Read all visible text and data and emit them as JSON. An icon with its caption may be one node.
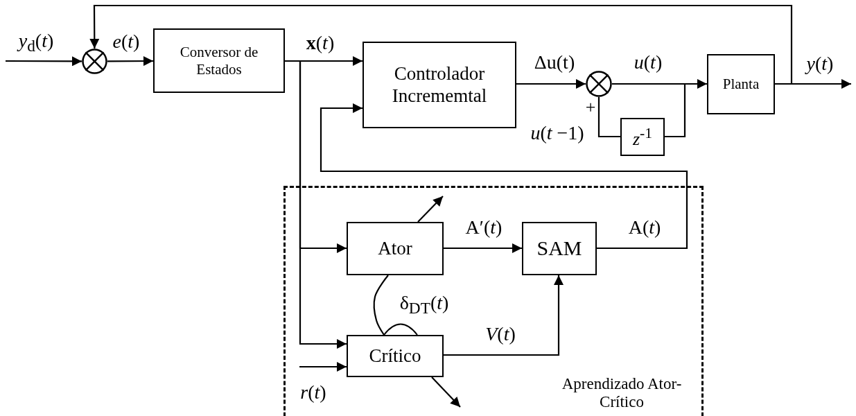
{
  "diagram": {
    "nodes": [
      {
        "text": [],
        "shape": "circle"
      },
      {
        "text": [
          "Conversor de Estados"
        ]
      },
      {
        "text": [
          "Controlador Incrememtal"
        ]
      },
      {
        "text": [],
        "shape": "circle"
      },
      {
        "text": [
          "*z*$^{-1}$"
        ]
      },
      {
        "text": [
          "Planta"
        ]
      },
      {
        "text": [
          "Aprendizado Ator-Crítico"
        ]
      },
      {
        "text": [
          "Ator"
        ],
        "in": 6
      },
      {
        "text": [
          "SAM"
        ],
        "in": 6
      },
      {
        "text": [
          "Crítico"
        ],
        "in": 6
      }
    ],
    "edges": [
      {
        "from": null,
        "to": 0,
        "arrow": "to",
        "label": "*y*$_{d}$(*t*)"
      },
      {
        "from": 0,
        "to": 1,
        "arrow": "to",
        "label": "*e*(*t*)"
      },
      {
        "from": 1,
        "to": 2,
        "arrow": "to",
        "label": "**x**(*t*)"
      },
      {
        "from": 2,
        "to": 3,
        "arrow": "to",
        "label": "Δu(t)"
      },
      {
        "from": 3,
        "to": 5,
        "arrow": "to",
        "label": "*u*(*t*)"
      },
      {
        "from": 5,
        "to": null,
        "arrow": "to",
        "label": "*y*(*t*)"
      },
      {
        "from": 5,
        "to": 0,
        "arrow": "to"
      },
      {
        "from": 3,
        "to": 4,
        "arrow": "none"
      },
      {
        "from": 4,
        "to": 3,
        "arrow": "none",
        "label": "*u*(*t* −1)"
      },
      {
        "from": 1,
        "to": 7,
        "arrow": "to"
      },
      {
        "from": 1,
        "to": 9,
        "arrow": "to"
      },
      {
        "from": null,
        "to": 9,
        "arrow": "to",
        "label": "*r*(*t*)"
      },
      {
        "from": 7,
        "to": 8,
        "arrow": "to",
        "label": "A′(*t*)"
      },
      {
        "from": 8,
        "to": 2,
        "arrow": "to",
        "label": "A(*t*)"
      },
      {
        "from": 9,
        "to": 8,
        "arrow": "to",
        "label": "*V*(*t*)"
      },
      {
        "from": 7,
        "to": 9,
        "arrow": "none",
        "label": "δ$_{DT}$(*t*)"
      },
      {
        "from": 7,
        "to": null,
        "arrow": "to"
      },
      {
        "from": 9,
        "to": null,
        "arrow": "to"
      }
    ],
    "labels": [
      "+"
    ]
  }
}
